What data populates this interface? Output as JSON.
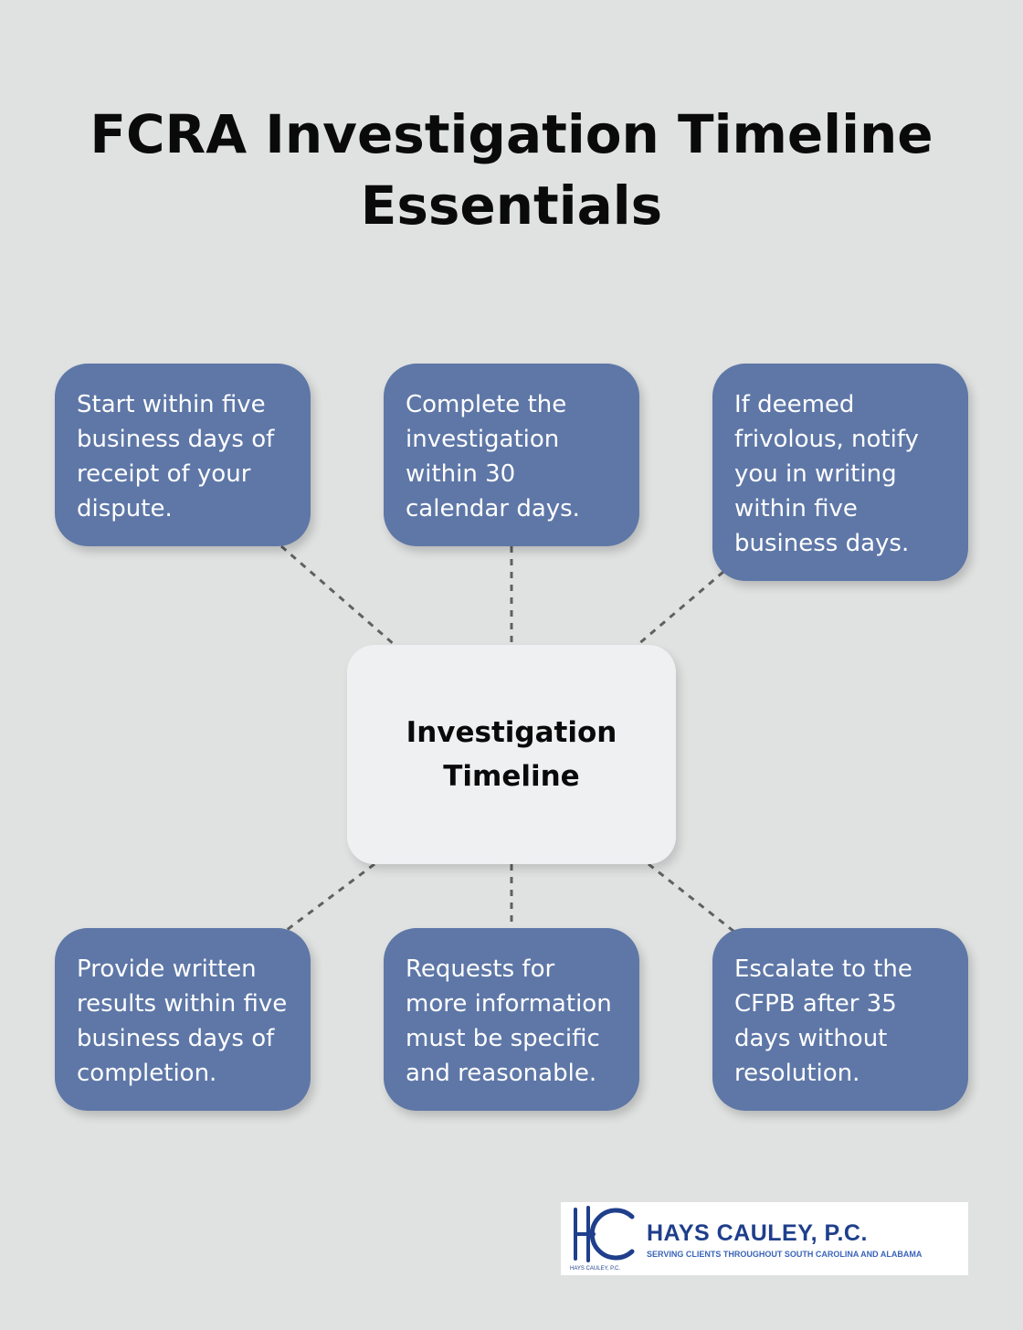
{
  "title": "FCRA Investigation Timeline Essentials",
  "center": {
    "label": "Investigation Timeline"
  },
  "nodes": [
    {
      "text": "Start within five business days of receipt of your dispute."
    },
    {
      "text": "Complete the investigation within 30 calendar days."
    },
    {
      "text": "If deemed frivolous, notify you in writing within five business days."
    },
    {
      "text": "Provide written results within five business days of completion."
    },
    {
      "text": "Requests for more information must be specific and reasonable."
    },
    {
      "text": "Escalate to the CFPB after 35 days without resolution."
    }
  ],
  "logo": {
    "name": "HAYS CAULEY, P.C.",
    "tagline": "SERVING CLIENTS THROUGHOUT SOUTH CAROLINA AND ALABAMA",
    "small": "HAYS CAULEY, P.C."
  },
  "colors": {
    "background": "#e0e2e1",
    "node_fill": "#5e77a7",
    "center_fill": "#eff0f2",
    "connector": "#606060",
    "logo_blue": "#1f3f8c"
  }
}
